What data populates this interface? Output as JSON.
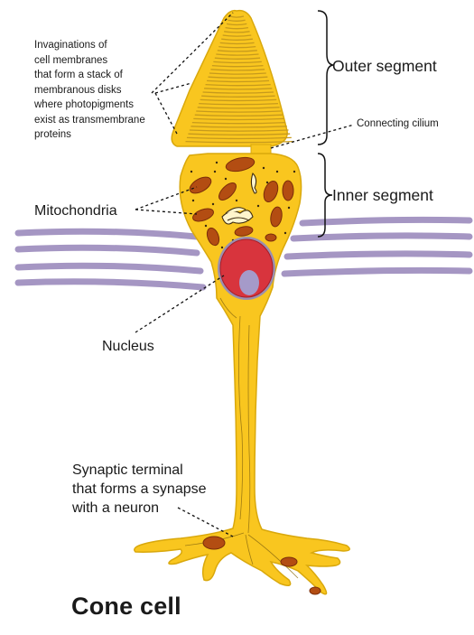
{
  "labels": {
    "invaginations": [
      "Invaginations of",
      "cell membranes",
      "that form a stack of",
      "membranous disks",
      "where photopigments",
      "exist as transmembrane",
      "proteins"
    ],
    "outer_segment": "Outer segment",
    "connecting_cilium": "Connecting cilium",
    "inner_segment": "Inner segment",
    "mitochondria": "Mitochondria",
    "nucleus": "Nucleus",
    "synaptic_terminal": [
      "Synaptic terminal",
      "that forms a synapse",
      "with a neuron"
    ],
    "title": "Cone cell"
  },
  "colors": {
    "cell_body": "#f9c61f",
    "cell_outline": "#d9a80c",
    "disk_line": "#c79a1c",
    "mitochondria": "#b34d12",
    "mitochondria_dark": "#7a2d0a",
    "nucleus": "#d8343d",
    "nucleus_ring": "#9a8fb0",
    "nucleolus": "#a59ac9",
    "membrane_band": "#a596c3"
  },
  "icons": {
    "brace": "right-curly-brace",
    "leader": "dashed-line"
  }
}
